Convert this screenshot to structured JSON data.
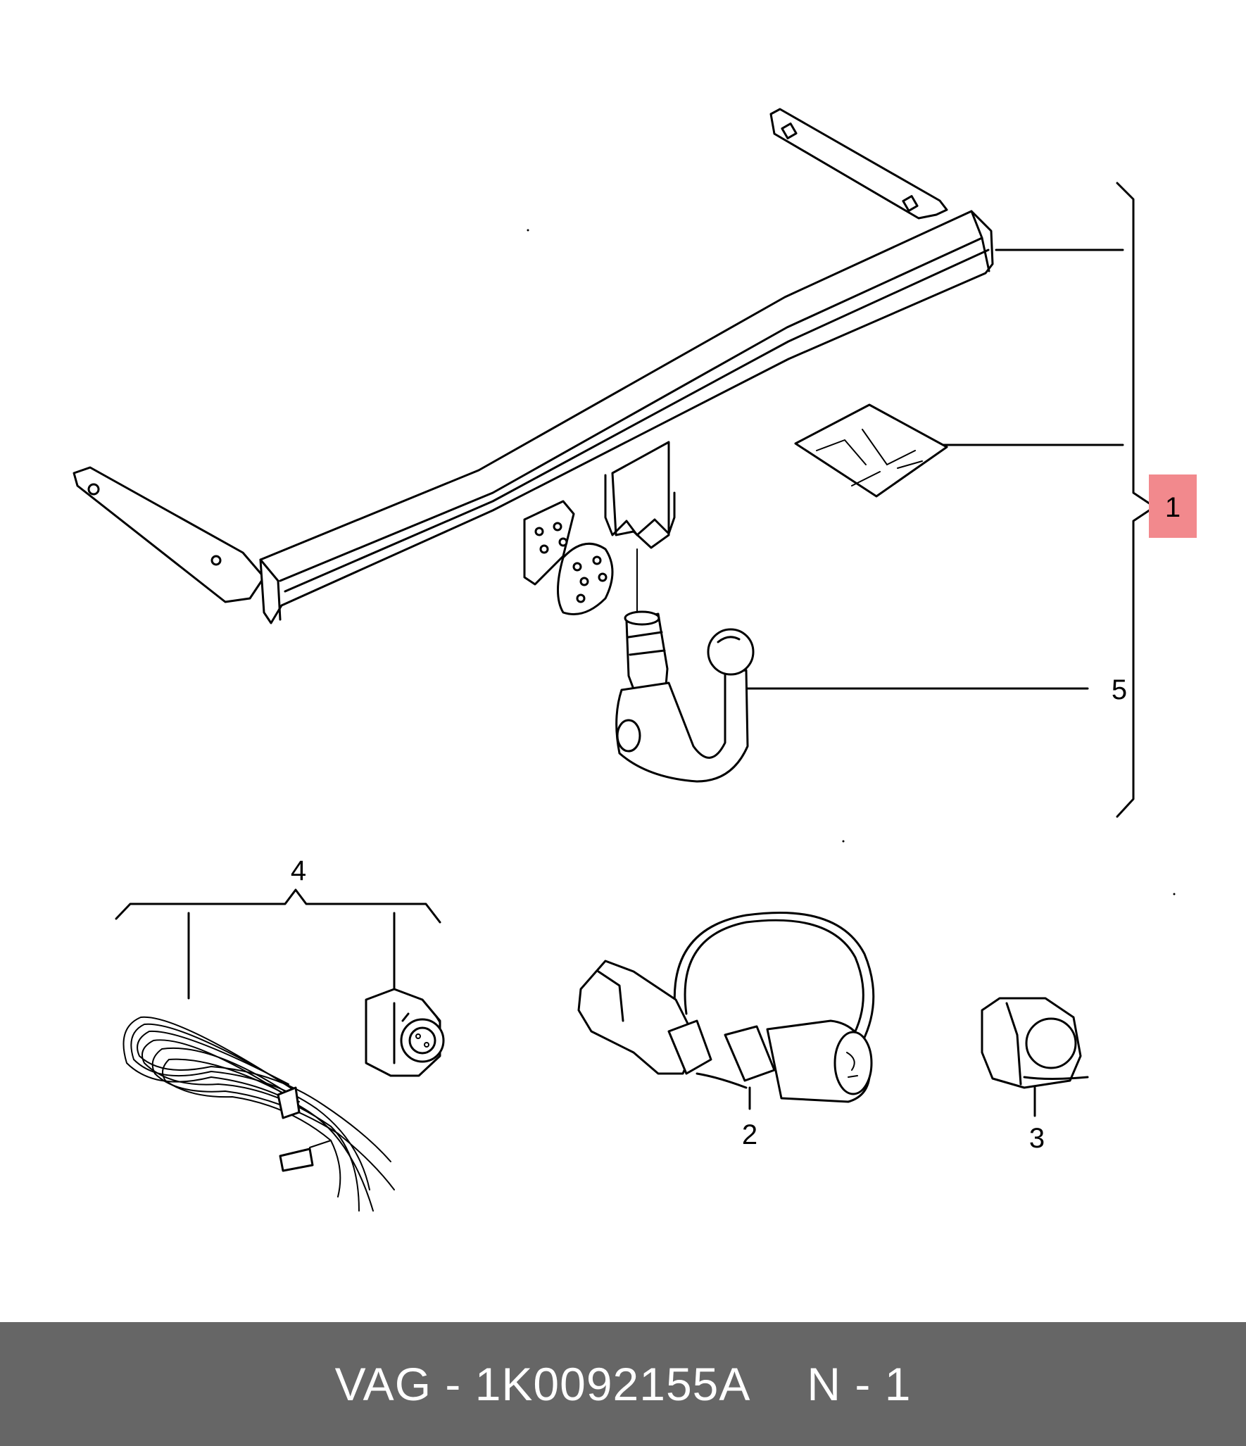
{
  "diagram": {
    "callouts": {
      "c1": "1",
      "c2": "2",
      "c3": "3",
      "c4": "4",
      "c5": "5"
    },
    "highlight_color": "#f2898d",
    "line_color": "#000000"
  },
  "footer": {
    "part_text": "VAG - 1K0092155A",
    "qty_text": "N - 1",
    "background": "#666666",
    "text_color": "#ffffff"
  }
}
